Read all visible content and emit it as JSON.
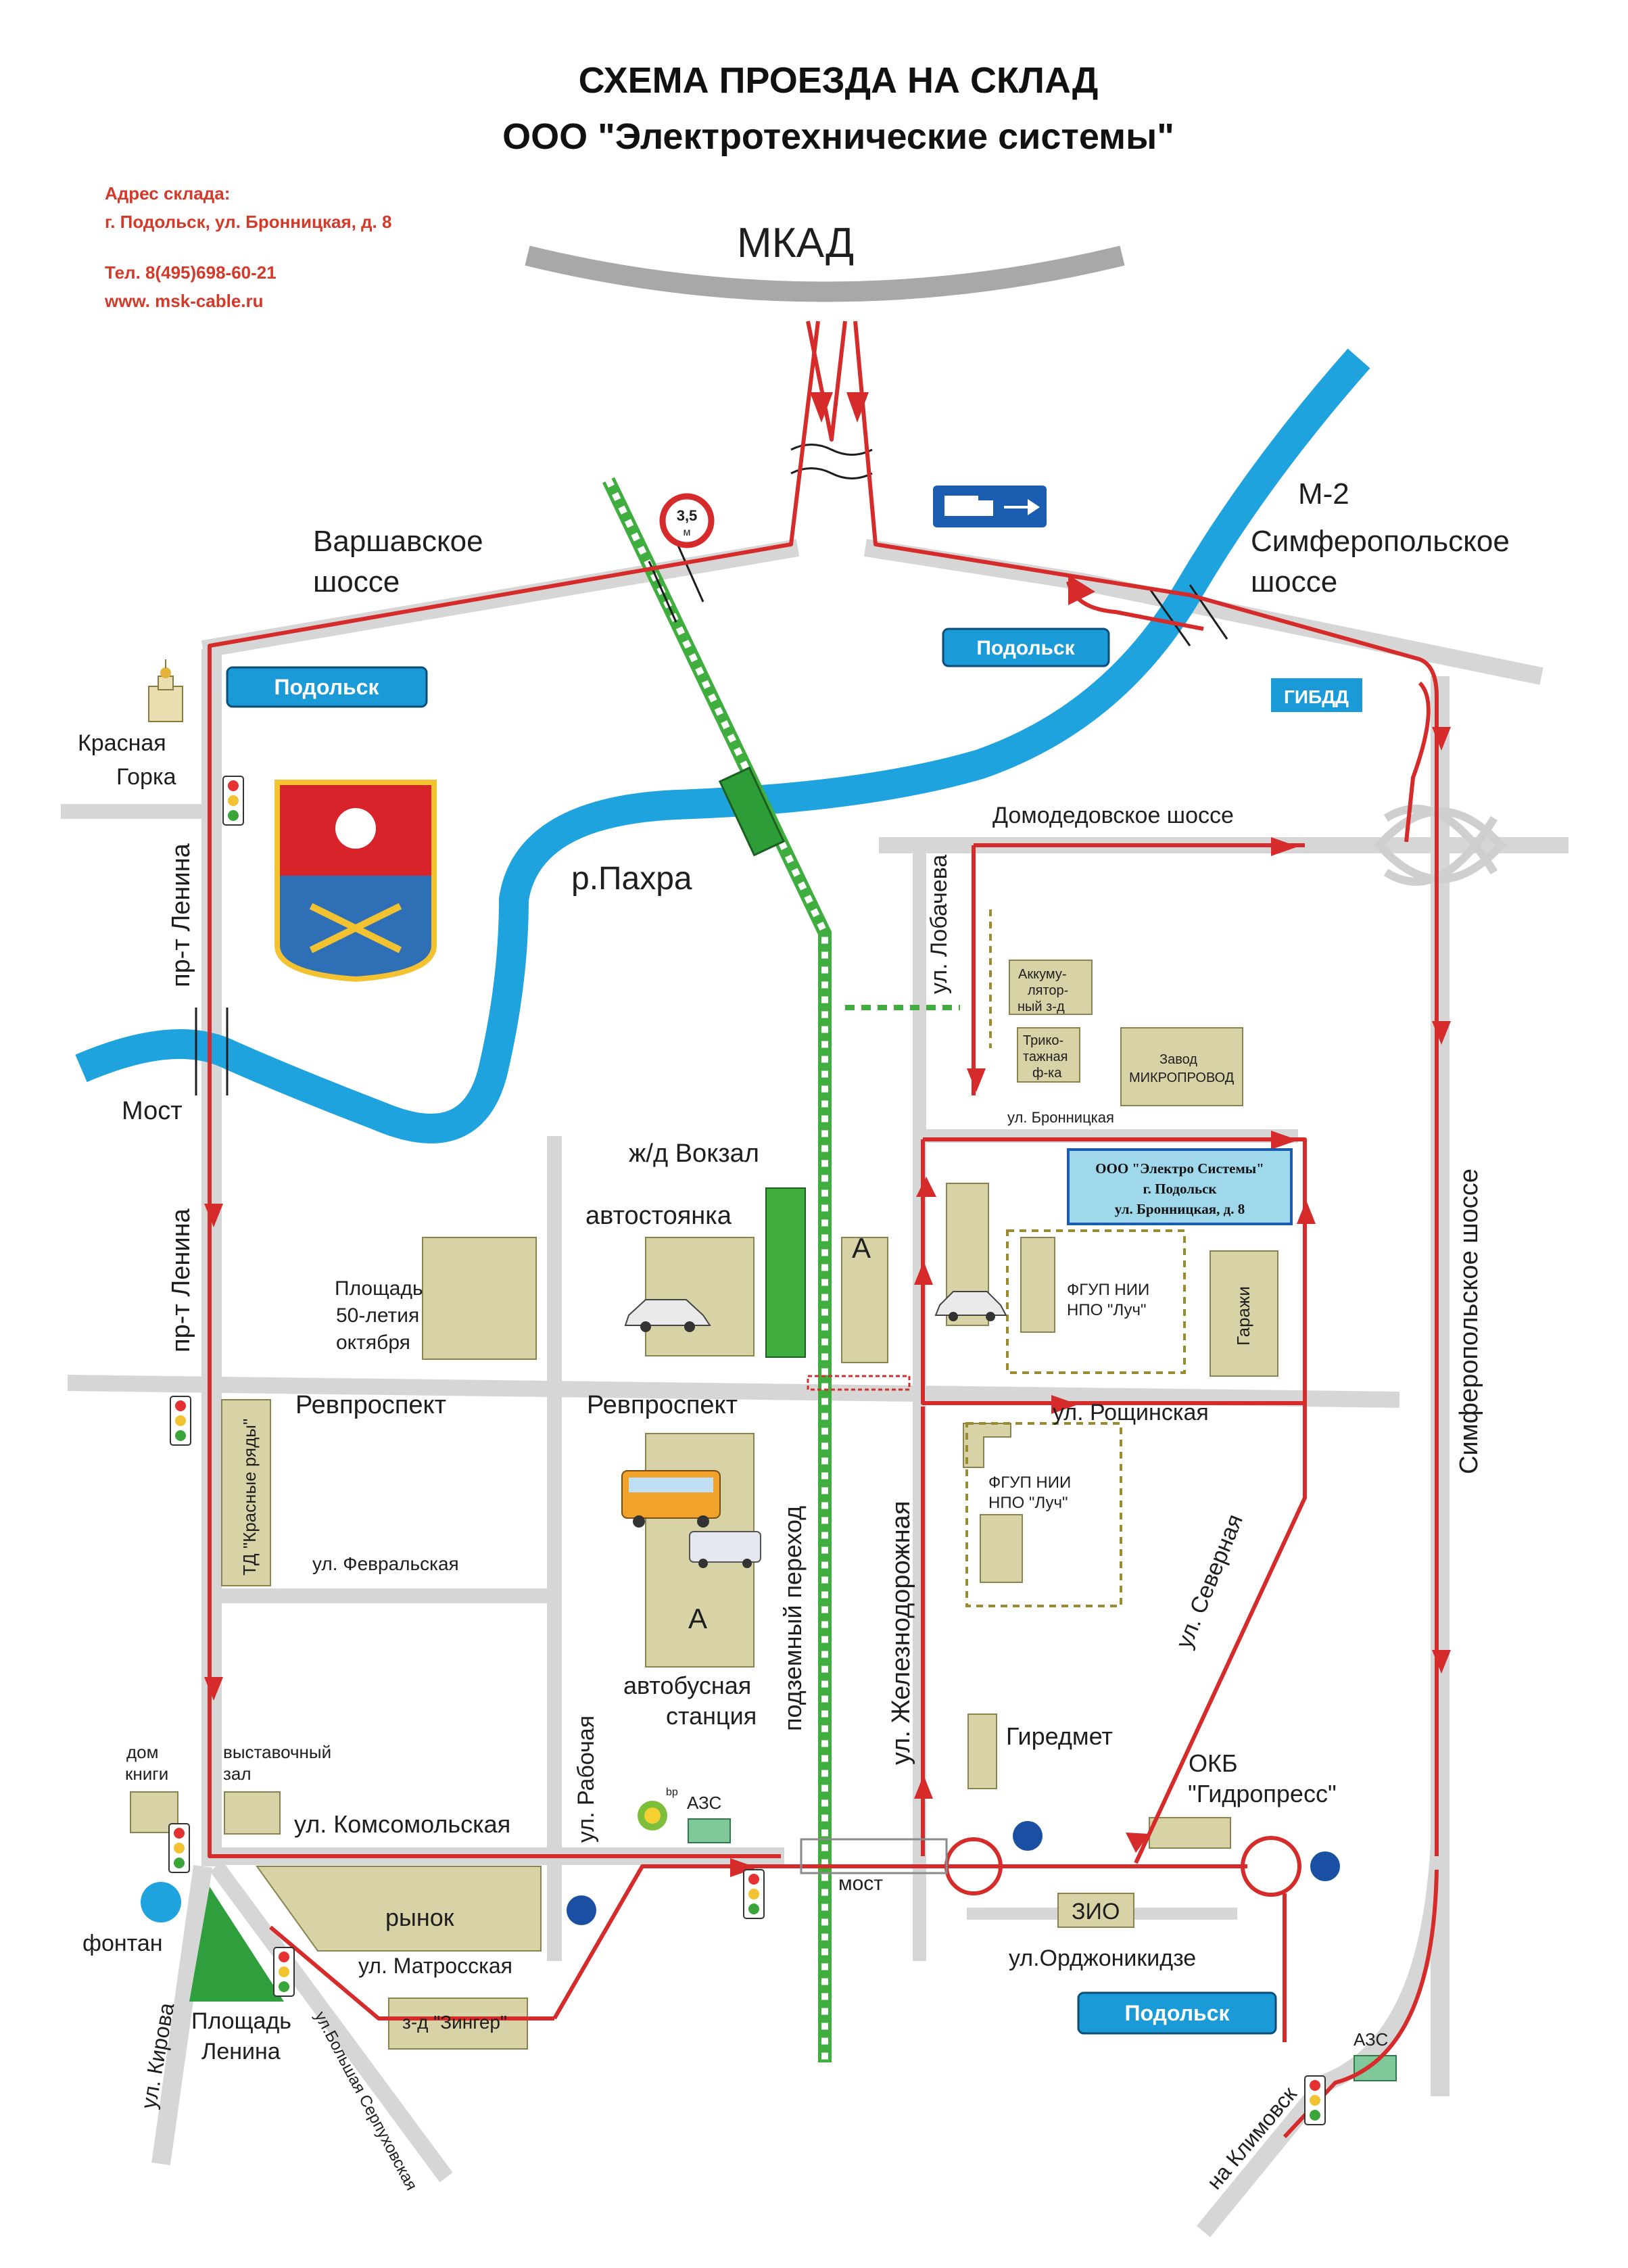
{
  "header": {
    "title_line1": "СХЕМА ПРОЕЗДА НА СКЛАД",
    "title_line2": "ООО \"Электротехнические системы\""
  },
  "contacts": {
    "address_label": "Адрес склада:",
    "address": "г. Подольск, ул. Бронницкая, д. 8",
    "phone": "Тел. 8(495)698-60-21",
    "site": "www. msk-cable.ru"
  },
  "roads": {
    "mkad": "МКАД",
    "varshavskoe_1": "Варшавское",
    "varshavskoe_2": "шоссе",
    "m2": "М-2",
    "simf_1": "Симферопольское",
    "simf_2": "шоссе",
    "domodedovskoe": "Домодедовское шоссе",
    "simf_vertical": "Симферопольское шоссе",
    "lenina_top": "пр-т Ленина",
    "lenina_bottom": "пр-т Ленина",
    "lobacheva": "ул. Лобачева",
    "bronnitskaya": "ул. Бронницкая",
    "revprospekt_left": "Ревпроспект",
    "revprospekt_right": "Ревпроспект",
    "roshchinskaya": "ул. Рощинская",
    "fevralskaya": "ул. Февральская",
    "rabochaya": "ул. Рабочая",
    "komsomolskaya": "ул. Комсомольская",
    "matrosskaya": "ул. Матросская",
    "zheleznodorozhnaya": "ул. Железнодорожная",
    "severnaya": "ул. Северная",
    "ordzhonikidze": "ул.Орджоникидзе",
    "kirova": "ул. Кирова",
    "b_serpukhovskaya": "ул.Большая Серпуховская",
    "klimovsk": "на Климовск"
  },
  "places": {
    "krasnaya_1": "Красная",
    "krasnaya_2": "Горка",
    "most_left": "Мост",
    "most_bottom": "мост",
    "river": "р.Пахра",
    "station": "ж/д Вокзал",
    "parking": "автостоянка",
    "square_1": "Площадь",
    "square_2": "50-летия",
    "square_3": "октября",
    "bus_1": "автобусная",
    "bus_2": "станция",
    "underpass": "подземный переход",
    "dom_1": "дом",
    "dom_2": "книги",
    "vyst_1": "выставочный",
    "vyst_2": "зал",
    "fontan": "фонтан",
    "lenin_sq_1": "Площадь",
    "lenin_sq_2": "Ленина",
    "rynok": "рынок",
    "zinger": "з-д \"Зингер\"",
    "azs_1": "АЗС",
    "azs_2": "АЗС",
    "bp": "bp",
    "giredmet": "Гиредмет",
    "okb_1": "ОКБ",
    "okb_2": "\"Гидропресс\"",
    "zio": "ЗИО",
    "td": "ТД \"Красные ряды\"",
    "garazhi": "Гаражи",
    "akk_1": "Аккуму-",
    "akk_2": "лятор-",
    "akk_3": "ный з-д",
    "trik_1": "Трико-",
    "trik_2": "тажная",
    "trik_3": "ф-ка",
    "mikro_1": "Завод",
    "mikro_2": "МИКРОПРОВОД",
    "fgup1_1": "ФГУП НИИ",
    "fgup1_2": "НПО \"Луч\"",
    "fgup2_1": "ФГУП НИИ",
    "fgup2_2": "НПО \"Луч\"",
    "a_top": "А",
    "a_bottom": "А"
  },
  "signs": {
    "podolsk_left": "Подольск",
    "podolsk_right": "Подольск",
    "podolsk_bottom": "Подольск",
    "gibdd": "ГИБДД",
    "weight_1": "3,5",
    "weight_2": "м"
  },
  "destination": {
    "line1": "ООО \"Электро Системы\"",
    "line2": "г. Подольск",
    "line3": "ул. Бронницкая, д. 8"
  },
  "colors": {
    "route": "#d62b2b",
    "river": "#1fa3df",
    "rail": "#3fae3f",
    "road": "#d6d6d6",
    "building": "#d8d3a6",
    "sign": "#1a9ad6"
  }
}
